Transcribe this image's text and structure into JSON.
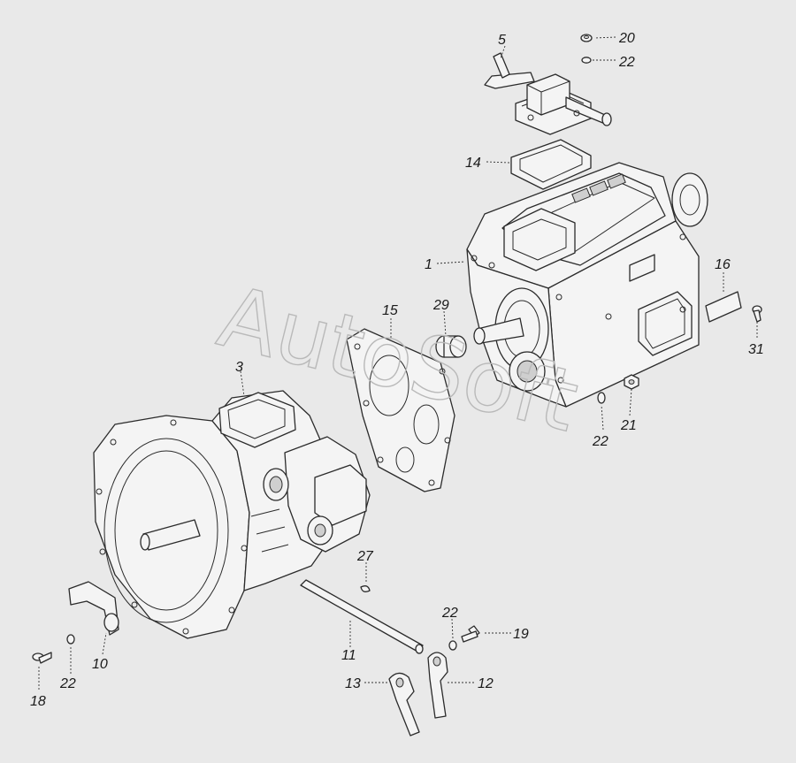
{
  "watermark": "AutoSoft",
  "callouts": [
    {
      "id": "c20",
      "text": "20"
    },
    {
      "id": "c5",
      "text": "5"
    },
    {
      "id": "c22a",
      "text": "22"
    },
    {
      "id": "c14",
      "text": "14"
    },
    {
      "id": "c1",
      "text": "1"
    },
    {
      "id": "c16",
      "text": "16"
    },
    {
      "id": "c15",
      "text": "15"
    },
    {
      "id": "c29",
      "text": "29"
    },
    {
      "id": "c31",
      "text": "31"
    },
    {
      "id": "c3",
      "text": "3"
    },
    {
      "id": "c21",
      "text": "21"
    },
    {
      "id": "c22b",
      "text": "22"
    },
    {
      "id": "c27",
      "text": "27"
    },
    {
      "id": "c22c",
      "text": "22"
    },
    {
      "id": "c19",
      "text": "19"
    },
    {
      "id": "c10",
      "text": "10"
    },
    {
      "id": "c11",
      "text": "11"
    },
    {
      "id": "c18",
      "text": "18"
    },
    {
      "id": "c22d",
      "text": "22"
    },
    {
      "id": "c13",
      "text": "13"
    },
    {
      "id": "c12",
      "text": "12"
    }
  ]
}
